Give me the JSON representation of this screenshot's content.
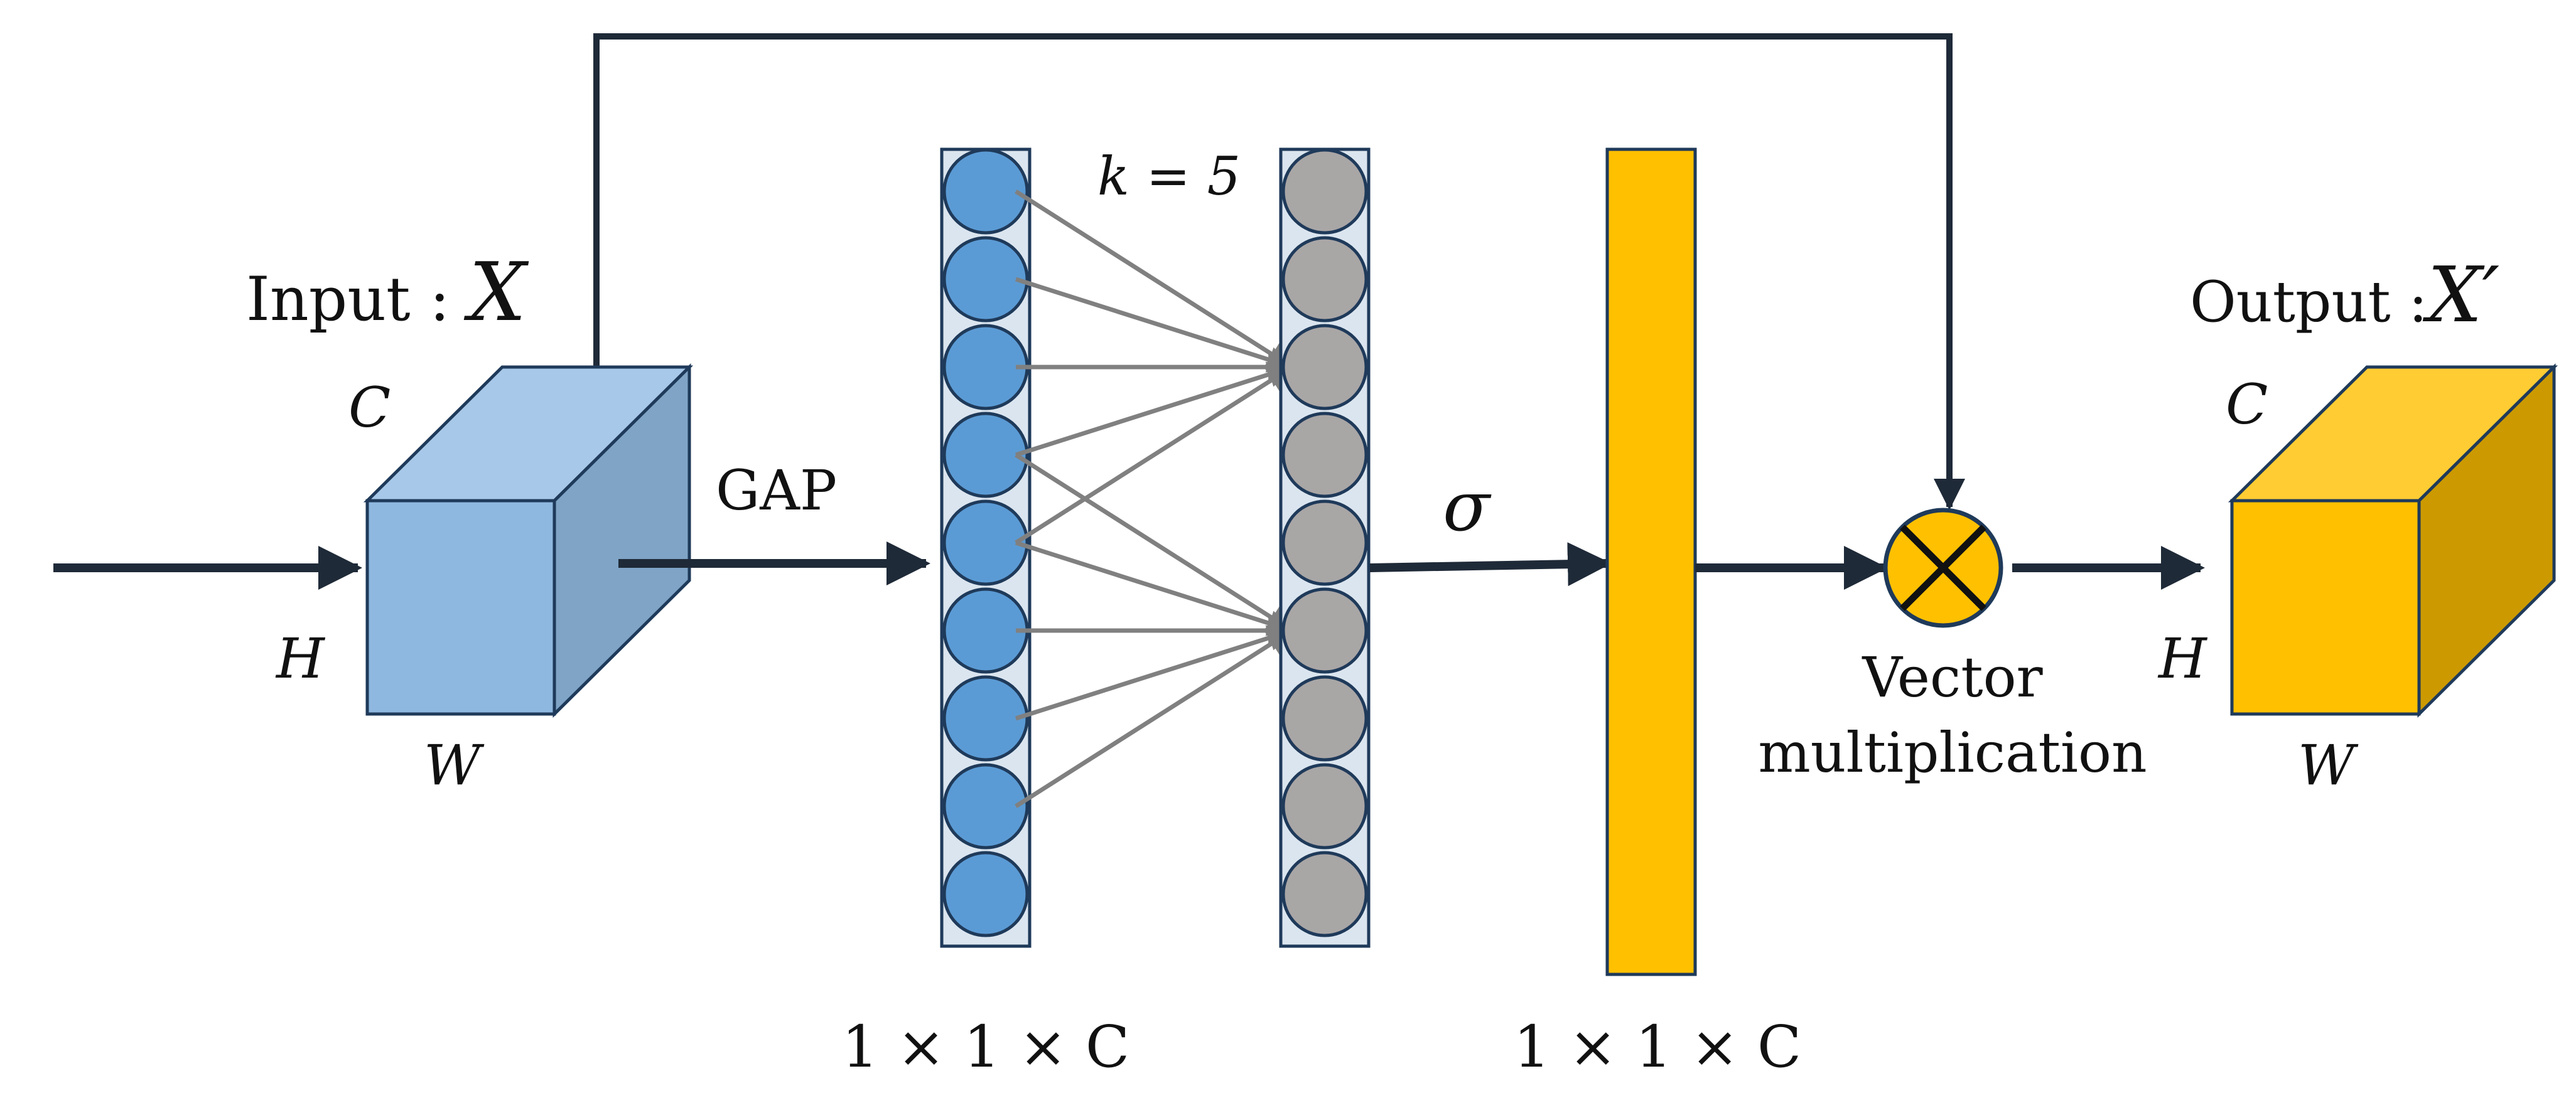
{
  "input": {
    "label": "Input : ",
    "symbol": "X",
    "dims": {
      "c": "C",
      "h": "H",
      "w": "W"
    }
  },
  "gap": {
    "label": "GAP"
  },
  "conv": {
    "kernel_label": "k = 5"
  },
  "sigma": {
    "label": "σ"
  },
  "vector_labels": {
    "left": "1 × 1 × C",
    "right": "1 × 1 × C"
  },
  "multiply": {
    "line1": "Vector",
    "line2": "multiplication"
  },
  "output": {
    "label": "Output :",
    "symbol": "X′",
    "dims": {
      "c": "C",
      "h": "H",
      "w": "W"
    }
  },
  "colors": {
    "arrow": "#1f2a38",
    "input_front": "#8fb8e0",
    "input_top": "#a7c8e8",
    "input_side": "#7fa4c6",
    "blue_node": "#5b9bd5",
    "gray_node": "#a9a6a6",
    "column_bg": "#dbe5ef",
    "attention_bar": "#ffc000",
    "output_front": "#ffc000",
    "output_top": "#ffcc33",
    "output_side": "#cc9a00",
    "connection": "#808080"
  }
}
